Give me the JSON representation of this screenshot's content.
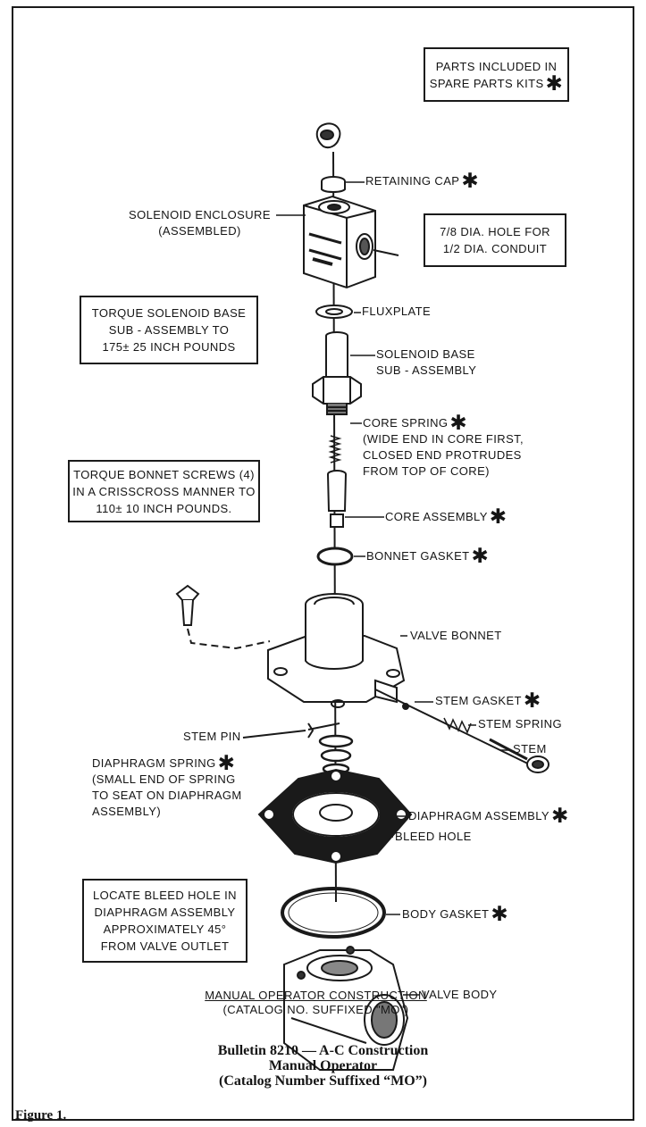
{
  "boxes": {
    "spare_kits": [
      "PARTS INCLUDED IN",
      "SPARE PARTS KITS"
    ],
    "conduit_hole": [
      "7/8 DIA. HOLE FOR",
      "1/2 DIA. CONDUIT"
    ],
    "torque_base": [
      "TORQUE SOLENOID BASE",
      "SUB - ASSEMBLY TO",
      "175± 25 INCH POUNDS"
    ],
    "torque_bonnet": [
      "TORQUE BONNET SCREWS (4)",
      "IN A CRISSCROSS MANNER TO",
      "110± 10 INCH POUNDS."
    ],
    "bleed_hole_note": [
      "LOCATE BLEED HOLE IN",
      "DIAPHRAGM ASSEMBLY",
      "APPROXIMATELY 45°",
      "FROM VALVE OUTLET"
    ]
  },
  "labels": {
    "retaining_cap": "RETAINING CAP",
    "solenoid_enclosure": [
      "SOLENOID ENCLOSURE",
      "(ASSEMBLED)"
    ],
    "fluxplate": "FLUXPLATE",
    "solenoid_base": [
      "SOLENOID BASE",
      "SUB - ASSEMBLY"
    ],
    "core_spring": [
      "CORE SPRING",
      "(WIDE END IN CORE FIRST,",
      "CLOSED END PROTRUDES",
      "FROM TOP OF CORE)"
    ],
    "core_assembly": "CORE ASSEMBLY",
    "bonnet_gasket": "BONNET GASKET",
    "valve_bonnet": "VALVE BONNET",
    "stem_gasket": "STEM GASKET",
    "stem_spring": "STEM SPRING",
    "stem": "STEM",
    "stem_pin": "STEM PIN",
    "diaphragm_spring": [
      "DIAPHRAGM SPRING",
      "(SMALL END OF SPRING",
      "TO SEAT ON DIAPHRAGM",
      "ASSEMBLY)"
    ],
    "diaphragm_assembly": "DIAPHRAGM ASSEMBLY",
    "bleed_hole": "BLEED HOLE",
    "body_gasket": "BODY GASKET",
    "valve_body": "VALVE BODY"
  },
  "asterisk": "✱",
  "caption": [
    "MANUAL OPERATOR CONSTRUCTION",
    "(CATALOG NO. SUFFIXED \"MO\")"
  ],
  "footer": {
    "figure": "Figure 1.",
    "title_lines": [
      "Bulletin 8210 — A-C Construction",
      "Manual Operator",
      "(Catalog Number Suffixed “MO”)"
    ]
  }
}
